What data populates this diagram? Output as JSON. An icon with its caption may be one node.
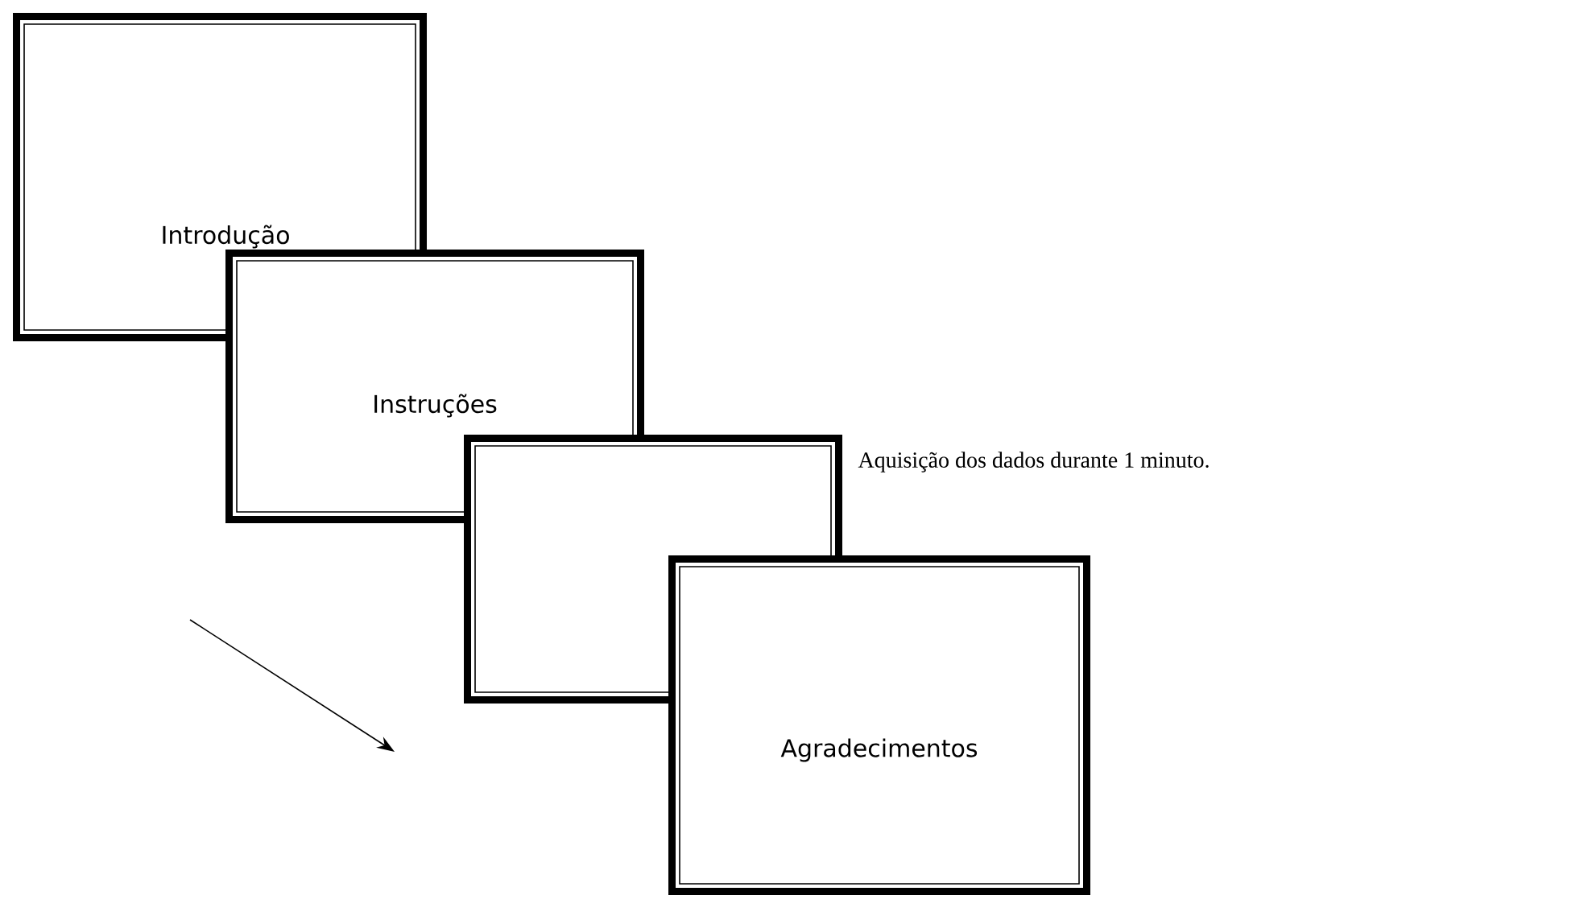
{
  "diagram": {
    "nodes": [
      {
        "text": [
          "Introdução"
        ]
      },
      {
        "text": [
          "Instruções"
        ]
      },
      {
        "text": [],
        "shape": "box",
        "beside": [
          "Aquisição dos dados durante 1 minuto."
        ]
      },
      {
        "text": [
          "Agradecimentos"
        ]
      }
    ]
  }
}
